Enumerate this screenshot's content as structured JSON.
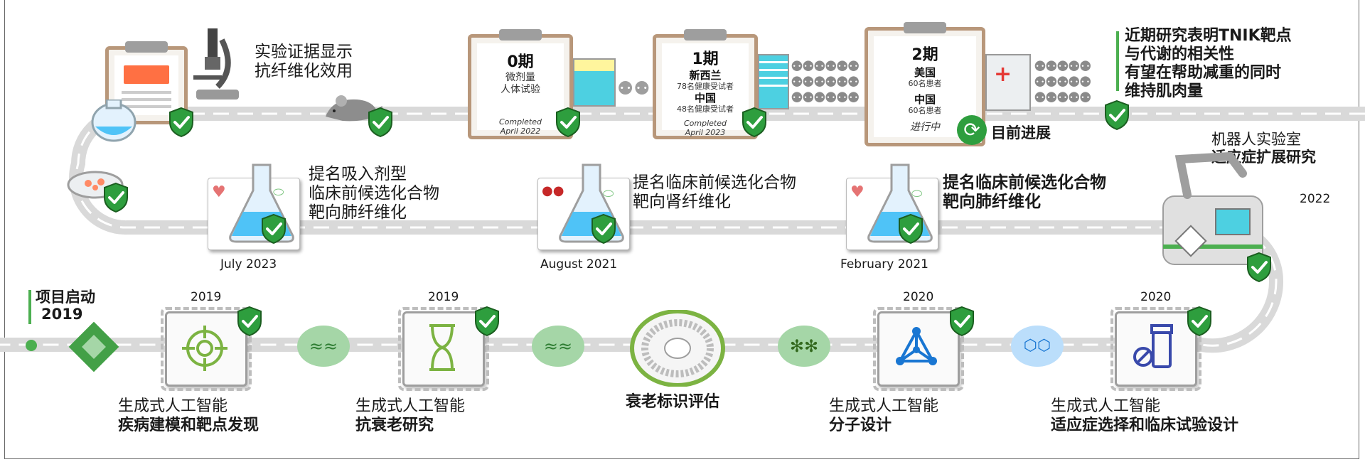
{
  "row1": {
    "experiment_text": [
      "实验证据显示",
      "抗纤维化效用"
    ],
    "phase0": {
      "title": "0期",
      "lines": [
        "微剂量",
        "人体试验"
      ],
      "completed": "Completed",
      "date": "April 2022"
    },
    "phase1": {
      "title": "1期",
      "nz": "新西兰",
      "nz_count": "78名健康受试者",
      "cn": "中国",
      "cn_count": "48名健康受试者",
      "completed": "Completed",
      "date": "April 2023"
    },
    "phase2": {
      "title": "2期",
      "us": "美国",
      "us_count": "60名患者",
      "cn": "中国",
      "cn_count": "60名患者",
      "status": "进行中"
    },
    "current_progress": "目前进展",
    "tnik_text": [
      "近期研究表明TNIK靶点",
      "与代谢的相关性",
      "有望在帮助减重的同时",
      "维持肌肉量"
    ]
  },
  "row2": {
    "robot_lab": [
      "机器人实验室",
      "适应症扩展研究"
    ],
    "robot_year": "2022",
    "candidate_feb2021": {
      "lines": [
        "提名临床前候选化合物",
        "靶向肺纤维化"
      ],
      "date": "February 2021"
    },
    "candidate_aug2021": {
      "lines": [
        "提名临床前候选化合物",
        "靶向肾纤维化"
      ],
      "date": "August 2021"
    },
    "candidate_jul2023": {
      "lines": [
        "提名吸入剂型",
        "临床前候选化合物",
        "靶向肺纤维化"
      ],
      "date": "July 2023"
    }
  },
  "row3": {
    "project_start": {
      "label": "项目启动",
      "year": "2019"
    },
    "chip_target": {
      "year": "2019",
      "title": "生成式人工智能",
      "subtitle": "疾病建模和靶点发现"
    },
    "chip_aging": {
      "year": "2019",
      "title": "生成式人工智能",
      "subtitle": "抗衰老研究"
    },
    "aging_markers": "衰老标识评估",
    "chip_molecule": {
      "year": "2020",
      "title": "生成式人工智能",
      "subtitle": "分子设计"
    },
    "chip_trial": {
      "year": "2020",
      "title": "生成式人工智能",
      "subtitle": "适应症选择和临床试验设计"
    }
  },
  "colors": {
    "track": "#d9d9d9",
    "track_dash": "#ffffff",
    "shield": "#2e9e3e",
    "accent_green": "#4caf50",
    "clipboard": "#b8977a"
  }
}
